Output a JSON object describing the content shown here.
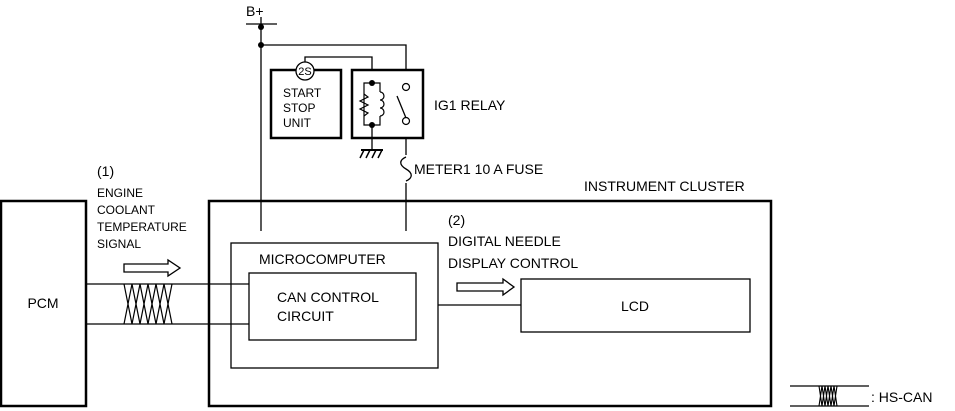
{
  "supply": {
    "label": "B+"
  },
  "start_stop_unit": {
    "terminal": "2S",
    "lines": [
      "START",
      "STOP",
      "UNIT"
    ]
  },
  "ig1_relay": {
    "label": "IG1 RELAY"
  },
  "fuse": {
    "label": "METER1 10 A FUSE"
  },
  "instrument_cluster": {
    "label": "INSTRUMENT CLUSTER"
  },
  "pcm": {
    "label": "PCM"
  },
  "signal_1": {
    "number": "(1)",
    "lines": [
      "ENGINE",
      "COOLANT",
      "TEMPERATURE",
      "SIGNAL"
    ]
  },
  "signal_2": {
    "number": "(2)",
    "lines": [
      "DIGITAL NEEDLE",
      "DISPLAY CONTROL"
    ]
  },
  "microcomputer": {
    "label": "MICROCOMPUTER"
  },
  "can_control_circuit": {
    "lines": [
      "CAN CONTROL",
      "CIRCUIT"
    ]
  },
  "lcd": {
    "label": "LCD"
  },
  "legend": {
    "label": ": HS-CAN"
  }
}
